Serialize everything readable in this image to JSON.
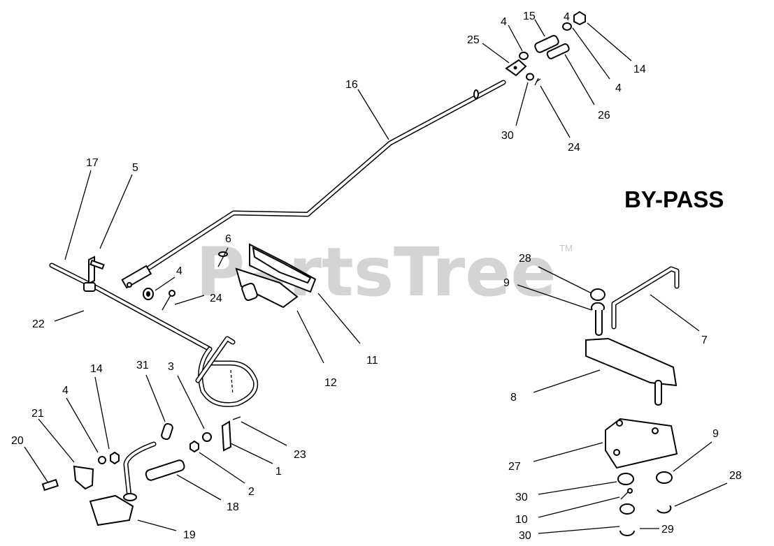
{
  "title": "BY-PASS",
  "watermark": {
    "text": "PartsTree",
    "tm": "TM"
  },
  "labels": [
    "25",
    "4",
    "15",
    "4",
    "14",
    "16",
    "4",
    "26",
    "30",
    "24",
    "17",
    "5",
    "6",
    "4",
    "22",
    "24",
    "11",
    "12",
    "28",
    "9",
    "7",
    "8",
    "14",
    "31",
    "3",
    "4",
    "21",
    "20",
    "23",
    "1",
    "2",
    "18",
    "19",
    "27",
    "9",
    "28",
    "30",
    "10",
    "30",
    "29"
  ]
}
